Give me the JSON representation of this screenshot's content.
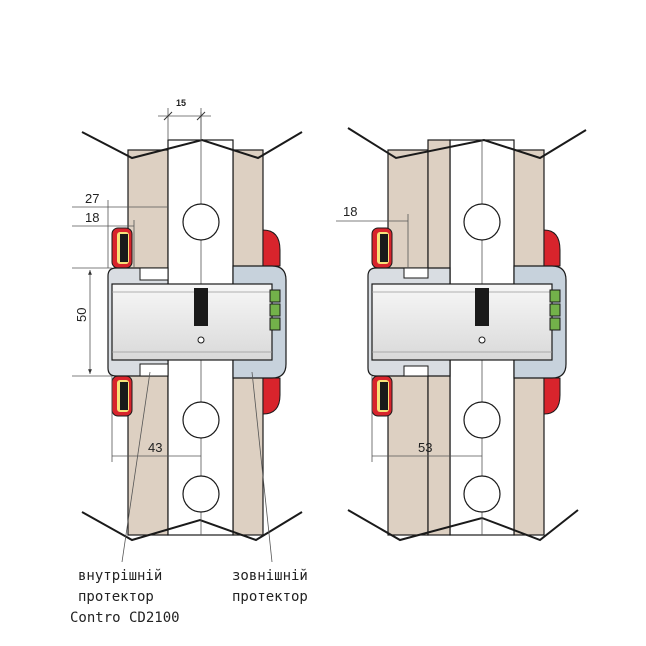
{
  "colors": {
    "wood": "#ddd0c2",
    "frame": "#ffffff",
    "outline": "#1a1a1a",
    "protector_red": "#d8242c",
    "protector_black": "#1a1a1a",
    "protector_yellow": "#f6e27a",
    "outer_shield_fill": "#c7d2dc",
    "cylinder_fill": "#eeeeee",
    "green_cam": "#73b24a",
    "dim_line": "#555555"
  },
  "left_diagram": {
    "dim_top": "15",
    "dim_27": "27",
    "dim_18": "18",
    "dim_50": "50",
    "dim_bottom": "43"
  },
  "right_diagram": {
    "dim_18": "18",
    "dim_bottom": "53"
  },
  "captions": {
    "inner_line1": "внутрішній",
    "inner_line2": "протектор",
    "inner_line3": "Contro CD2100",
    "outer_line1": "зовнішній",
    "outer_line2": "протектор"
  }
}
